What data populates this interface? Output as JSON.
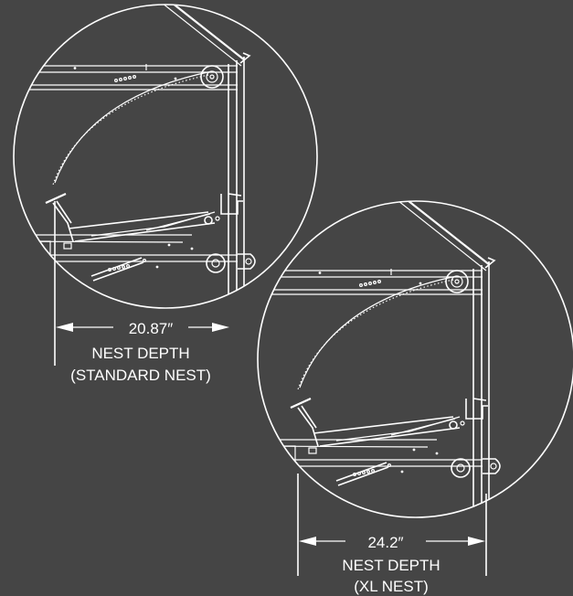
{
  "colors": {
    "background": "#454545",
    "lines": "#ffffff"
  },
  "standard": {
    "depth": "20.87″",
    "label": "NEST DEPTH",
    "type": "(STANDARD NEST)"
  },
  "xl": {
    "depth": "24.2″",
    "label": "NEST DEPTH",
    "type": "(XL NEST)"
  }
}
